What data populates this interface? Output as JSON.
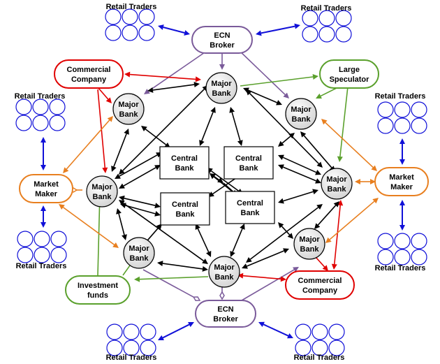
{
  "labels": {
    "retail_traders": "Retail Traders",
    "ecn_broker": [
      "ECN",
      "Broker"
    ],
    "major_bank": [
      "Major",
      "Bank"
    ],
    "central_bank": [
      "Central",
      "Bank"
    ],
    "market_maker": [
      "Market",
      "Maker"
    ],
    "commercial_company": [
      "Commercial",
      "Company"
    ],
    "large_speculator": [
      "Large",
      "Speculator"
    ],
    "investment_funds": [
      "Investment",
      "funds"
    ]
  },
  "colors": {
    "blue": "#1010d8",
    "purple": "#7a5a9a",
    "red": "#e00000",
    "green": "#5aa02c",
    "orange": "#e87f1f",
    "black": "#000000",
    "bubble_fill": "#e6e6e6"
  }
}
